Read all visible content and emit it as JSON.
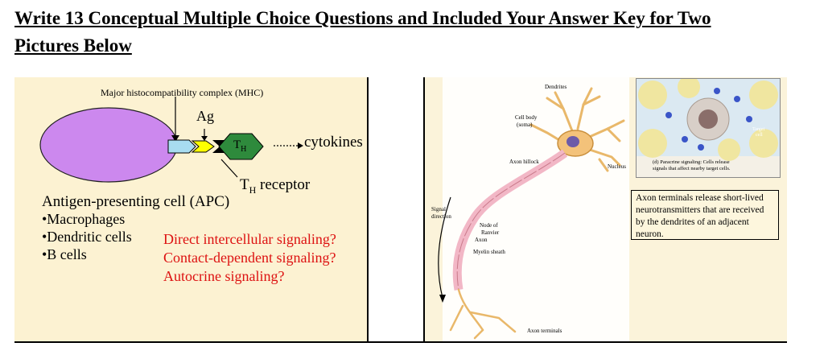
{
  "title": {
    "line1": "Write 13 Conceptual Multiple Choice Questions and Included Your Answer Key for Two",
    "line2": "Pictures Below"
  },
  "left": {
    "mhc_label": "Major histocompatibility complex (MHC)",
    "ag_label": "Ag",
    "th_label": "T",
    "th_sub": "H",
    "cytokines_label": "cytokines",
    "th_receptor_label": "T",
    "th_receptor_sub": "H",
    "th_receptor_rest": " receptor",
    "apc_heading": "Antigen-presenting cell (APC)",
    "apc_items": [
      "•Macrophages",
      "•Dendritic cells",
      "•B cells"
    ],
    "questions": [
      "Direct intercellular signaling?",
      "Contact-dependent signaling?",
      "Autocrine signaling?"
    ],
    "colors": {
      "apc": "#cc88ee",
      "mhc": "#a8dcf0",
      "ag": "#ffff00",
      "th": "#2e8a3c",
      "question_text": "#dd1111",
      "background": "#fcf2d2"
    }
  },
  "right": {
    "dendrites_label": "Dendrites",
    "cell_body_label": "Cell body",
    "soma_label": "(soma)",
    "axon_hillock_label": "Axon hillock",
    "nucleus_label": "Nucleus",
    "signal_label": "Signal",
    "direction_label": "direction",
    "node_label": "Node of",
    "ranvier_label": "Ranvier",
    "axon_label": "Axon",
    "myelin_label": "Myelin sheath",
    "axon_terminals_label": "Axon terminals",
    "target_label": "Target",
    "cell_label": "cell",
    "paracrine_caption_1": "(d) Paracrine signaling: Cells release",
    "paracrine_caption_2": "signals that affect nearby target cells.",
    "axon_box_text": "Axon terminals release short-lived neurotransmitters that are received by the dendrites of an adjacent neuron.",
    "colors": {
      "soma": "#f3c27a",
      "nucleus": "#6c5ba8",
      "myelin": "#f2b7c6",
      "background": "#fbf3da"
    }
  }
}
